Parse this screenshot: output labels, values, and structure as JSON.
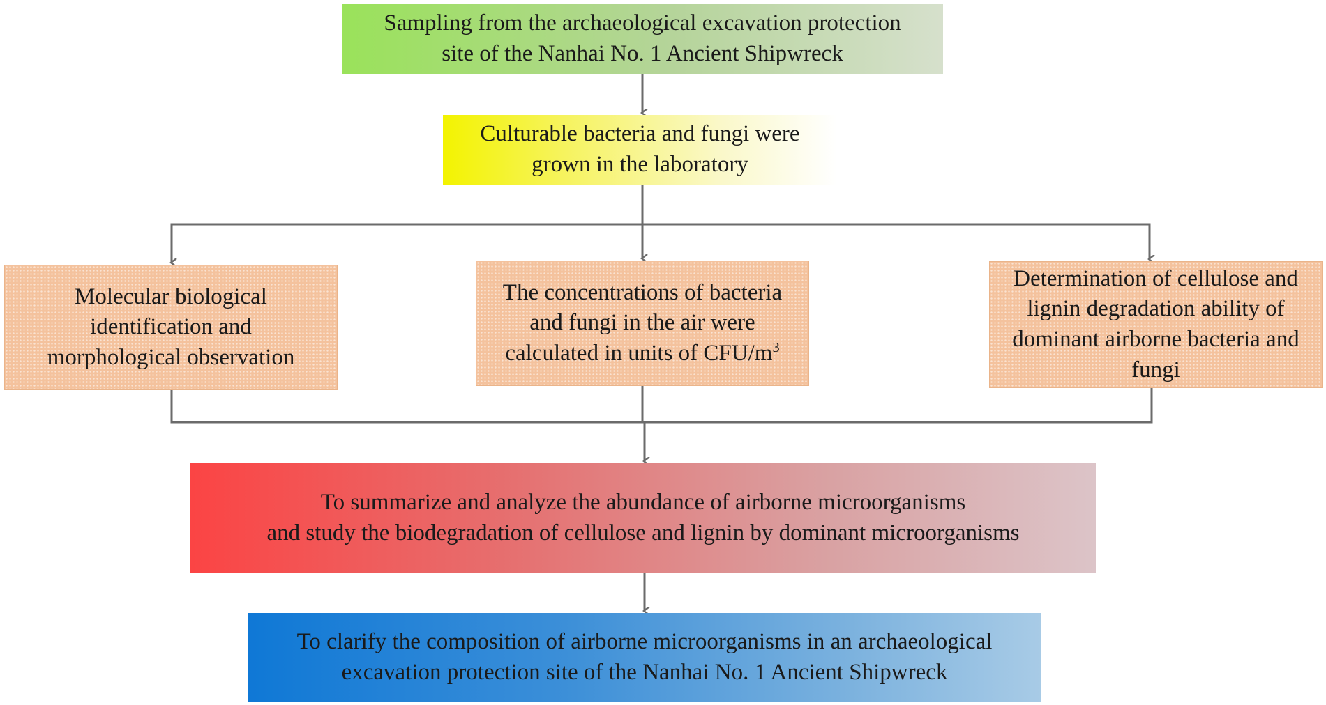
{
  "nodes": {
    "sampling": {
      "line1": "Sampling from the archaeological excavation protection",
      "line2": "site of the Nanhai No. 1 Ancient Shipwreck"
    },
    "culture": {
      "line1": "Culturable bacteria and fungi were",
      "line2": "grown in the laboratory"
    },
    "molecular": {
      "line1": "Molecular biological",
      "line2": "identification and",
      "line3": "morphological observation"
    },
    "concentration": {
      "line1": "The concentrations of bacteria",
      "line2": "and fungi in the air were",
      "line3": "calculated in units of CFU/m",
      "line3_sup": "3"
    },
    "determination": {
      "line1": "Determination of cellulose and",
      "line2": "lignin degradation ability of",
      "line3": "dominant airborne bacteria and",
      "line4": "fungi"
    },
    "summary": {
      "line1": "To summarize and analyze the abundance of airborne microorganisms",
      "line2": "and study the biodegradation of cellulose and lignin by dominant microorganisms"
    },
    "clarify": {
      "line1": "To clarify the composition of airborne microorganisms in an archaeological",
      "line2": "excavation protection site of the Nanhai No. 1 Ancient Shipwreck"
    }
  },
  "colors": {
    "connector": "#6b6b6b",
    "sampling_start": "#9ae25a",
    "culture_start": "#f3f300",
    "process_fill": "#f4c29d",
    "summary_start": "#fb4444",
    "clarify_start": "#0f78d6"
  }
}
